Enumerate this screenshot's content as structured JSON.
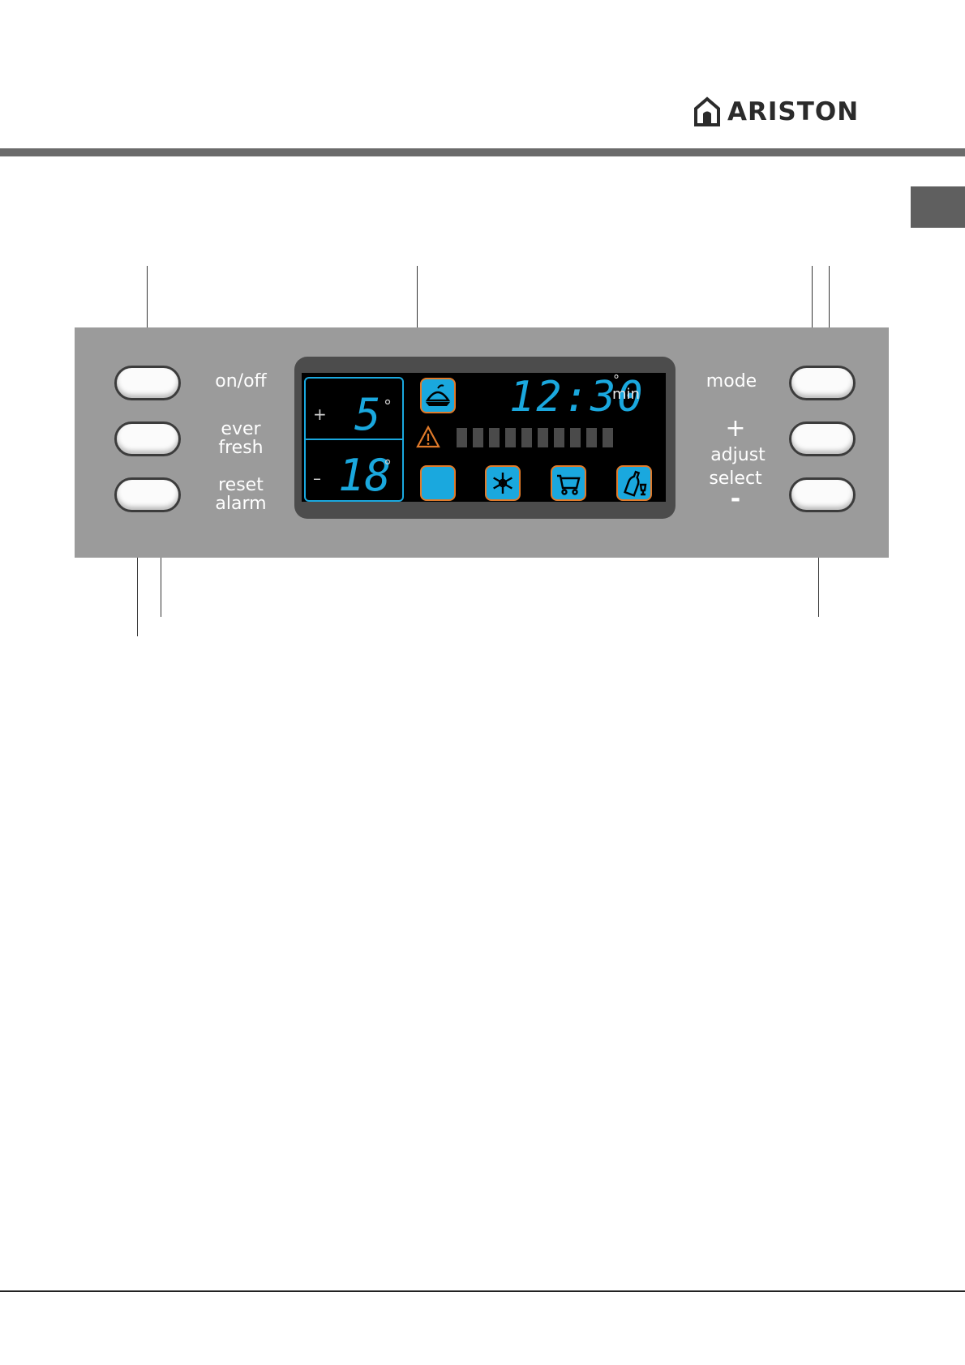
{
  "header": {
    "brand": "ARISTON"
  },
  "panel": {
    "left_buttons": [
      {
        "label_lines": [
          "on/off"
        ]
      },
      {
        "label_lines": [
          "ever",
          "fresh"
        ]
      },
      {
        "label_lines": [
          "reset",
          "alarm"
        ]
      }
    ],
    "right_labels": {
      "mode": "mode",
      "plus": "+",
      "adjust": "adjust",
      "select": "select",
      "minus": "-"
    },
    "display": {
      "fridge": {
        "sign": "+",
        "value": "5",
        "unit": "°"
      },
      "freezer": {
        "sign": "–",
        "value": "18",
        "unit": "°"
      },
      "clock": {
        "value": "12:30",
        "degree": "°",
        "unit": "min"
      },
      "icons": [
        "fresh-food-icon",
        "warning-icon",
        "blank-indicator",
        "snowflake-icon",
        "shopping-cart-icon",
        "bottle-icon"
      ],
      "colors": {
        "lcd_blue": "#1aa8de",
        "icon_border_orange": "#e07a2a"
      }
    }
  }
}
